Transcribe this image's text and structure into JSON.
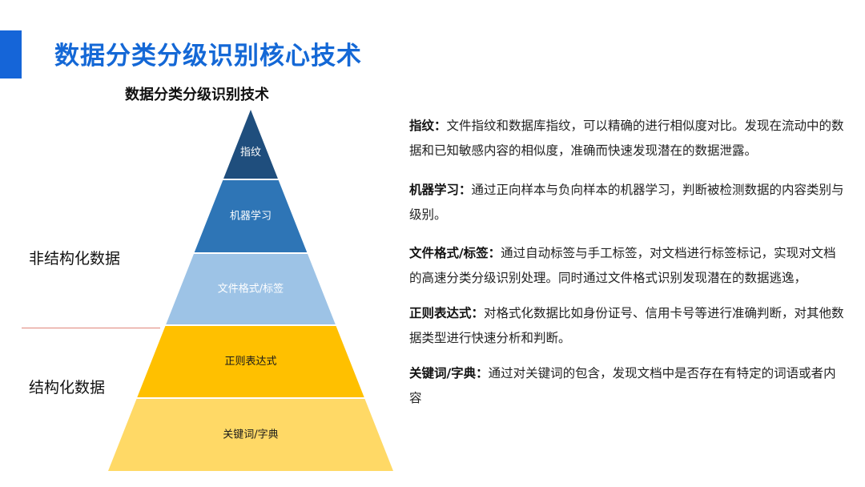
{
  "header": {
    "title": "数据分类分级识别核心技术"
  },
  "pyramid": {
    "title": "数据分类分级识别技术",
    "layers": [
      {
        "label": "指纹",
        "color": "#1f4e7d",
        "text_color": "#ffffff"
      },
      {
        "label": "机器学习",
        "color": "#2e75b6",
        "text_color": "#ffffff"
      },
      {
        "label": "文件格式/标签",
        "color": "#9dc3e6",
        "text_color": "#ffffff"
      },
      {
        "label": "正则表达式",
        "color": "#ffc000",
        "text_color": "#1a1a1a"
      },
      {
        "label": "关键词/字典",
        "color": "#ffd966",
        "text_color": "#1a1a1a"
      }
    ]
  },
  "sides": {
    "unstructured": "非结构化数据",
    "structured": "结构化数据"
  },
  "descriptions": [
    {
      "term": "指纹：",
      "text": "文件指纹和数据库指纹，可以精确的进行相似度对比。发现在流动中的数据和已知敏感内容的相似度，准确而快速发现潜在的数据泄露。"
    },
    {
      "term": "机器学习：",
      "text": "通过正向样本与负向样本的机器学习，判断被检测数据的内容类别与级别。"
    },
    {
      "term": "文件格式/标签：",
      "text": "通过自动标签与手工标签，对文档进行标签标记，实现对文档的高速分类分级识别处理。同时通过文件格式识别发现潜在的数据逃逸，"
    },
    {
      "term": "正则表达式：",
      "text": "对格式化数据比如身份证号、信用卡号等进行准确判断，对其他数据类型进行快速分析和判断。"
    },
    {
      "term": "关键词/字典：",
      "text": "通过对关键词的包含，发现文档中是否存在有特定的词语或者内容"
    }
  ]
}
